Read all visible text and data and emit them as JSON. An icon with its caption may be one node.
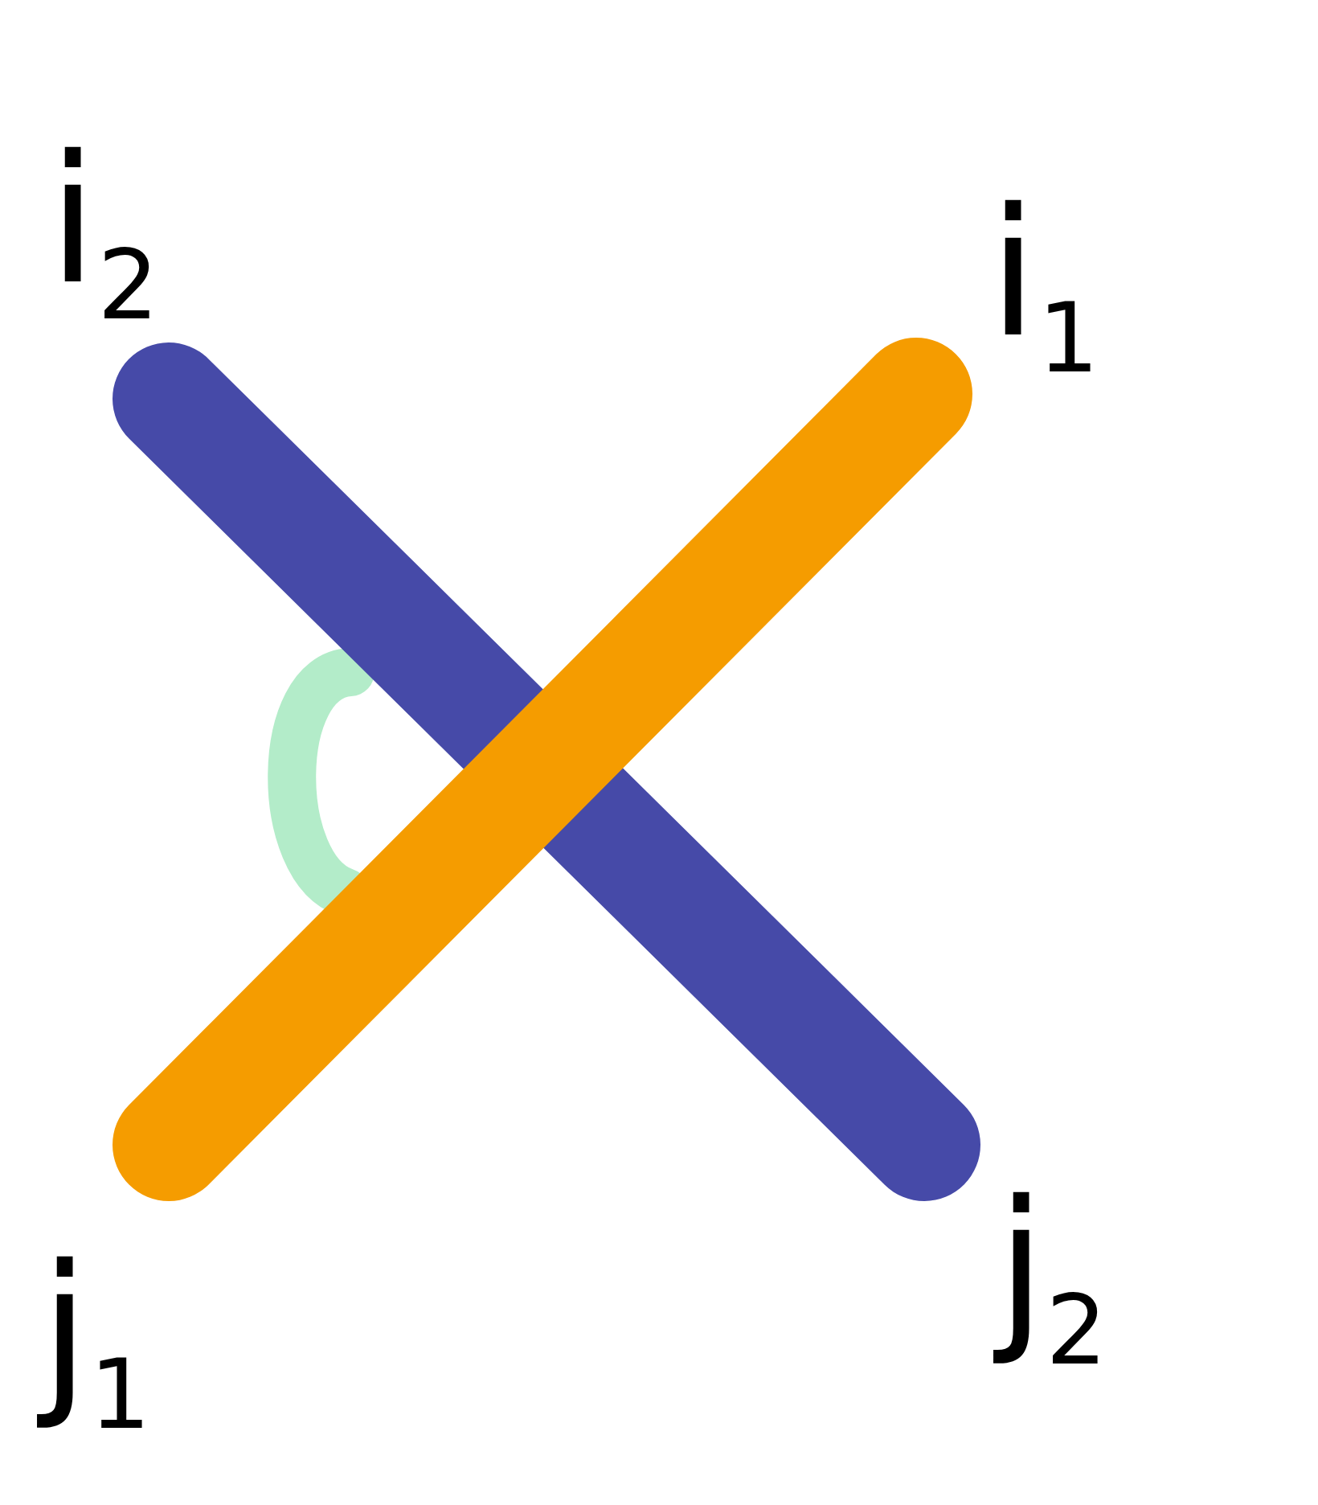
{
  "diagram": {
    "nodes": [
      {
        "text": [
          "i$_{2}$"
        ]
      },
      {
        "text": [
          "i$_{1}$"
        ]
      },
      {
        "text": [
          "j$_{1}$"
        ]
      },
      {
        "text": [
          "j$_{2}$"
        ]
      }
    ],
    "edges": [
      {
        "from": 0,
        "to": 3,
        "arrow": "none",
        "color": "#464aa8"
      },
      {
        "from": 1,
        "to": 2,
        "arrow": "none",
        "color": "#f59c00"
      }
    ]
  }
}
